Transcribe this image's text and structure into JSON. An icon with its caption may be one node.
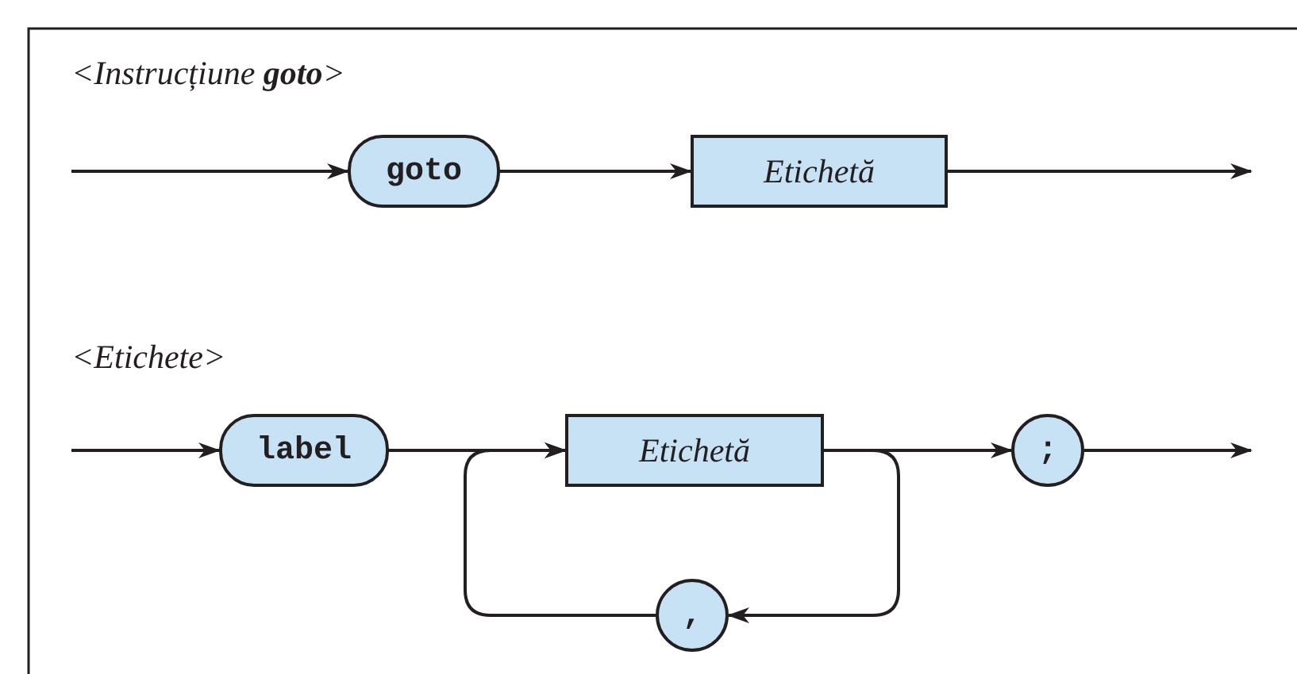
{
  "diagram": {
    "nodes": [
      {
        "text": [
          "goto"
        ]
      },
      {
        "text": [
          "Etichetă"
        ]
      },
      {
        "text": [
          "label"
        ]
      },
      {
        "text": [
          "Etichetă"
        ]
      },
      {
        "text": [
          ";"
        ]
      },
      {
        "text": [
          ","
        ]
      }
    ],
    "edges": [
      {
        "from": null,
        "to": 0,
        "arrow": "to"
      },
      {
        "from": 0,
        "to": 1,
        "arrow": "to"
      },
      {
        "from": 1,
        "to": null,
        "arrow": "to"
      },
      {
        "from": null,
        "to": 2,
        "arrow": "to"
      },
      {
        "from": 2,
        "to": 3,
        "arrow": "to"
      },
      {
        "from": 3,
        "to": 4,
        "arrow": "to"
      },
      {
        "from": 4,
        "to": null,
        "arrow": "to"
      },
      {
        "from": 3,
        "to": 5,
        "arrow": "to"
      },
      {
        "from": 5,
        "to": 3,
        "arrow": "to"
      }
    ],
    "labels": [
      "<Instrucțiune **goto**>",
      "<Etichete>"
    ]
  }
}
